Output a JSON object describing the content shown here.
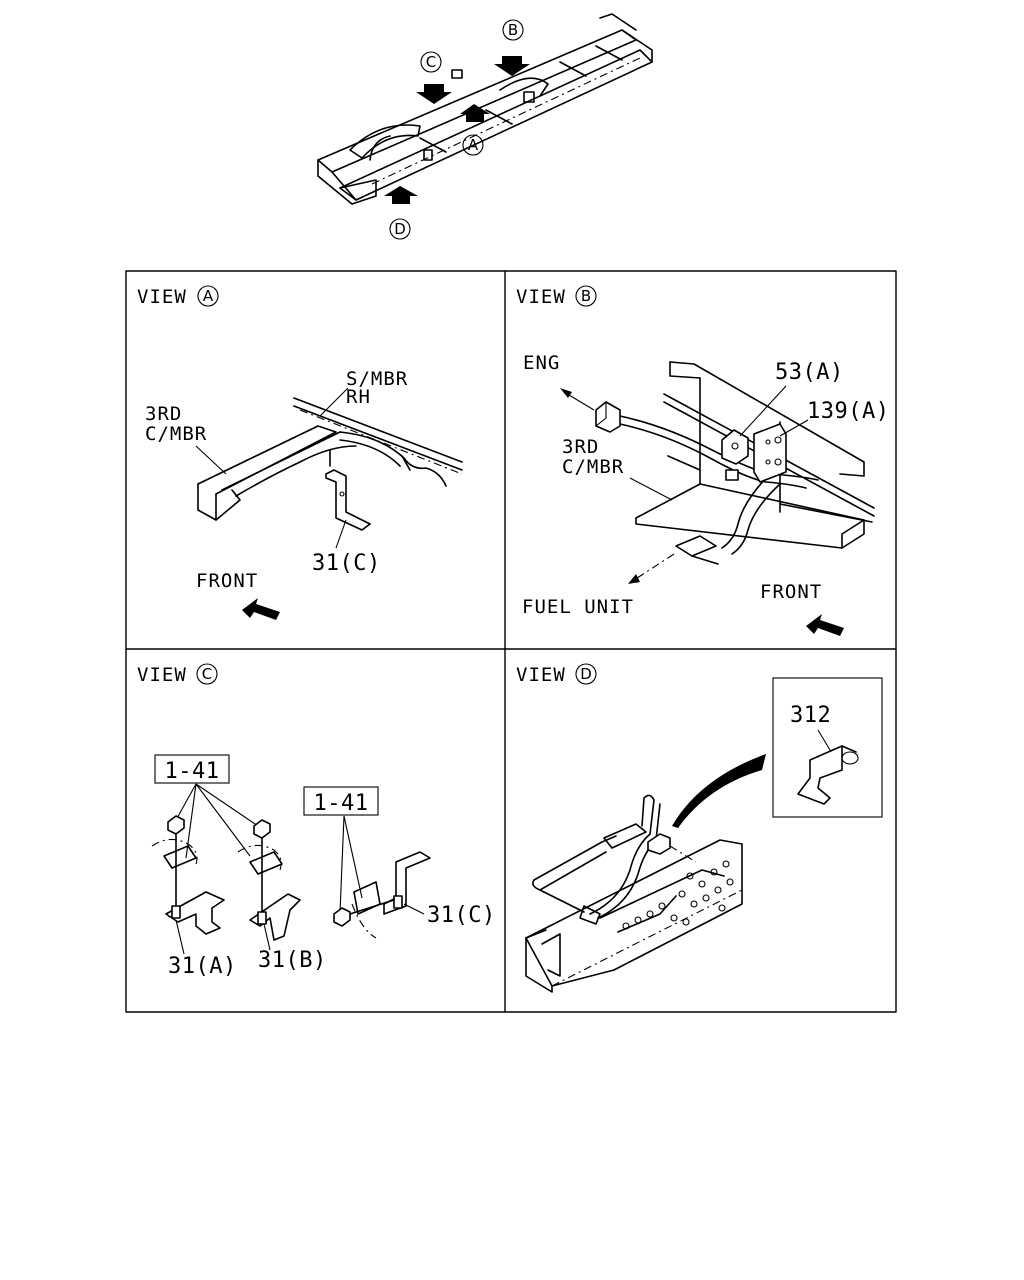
{
  "overview": {
    "markers": [
      "A",
      "B",
      "C",
      "D"
    ]
  },
  "views": {
    "a": {
      "prefix": "VIEW",
      "letter": "A",
      "labels": {
        "smbr": "S/MBR",
        "rh": "RH",
        "rd3": "3RD",
        "cmbr": "C/MBR",
        "part_31c": "31(C)",
        "front": "FRONT"
      }
    },
    "b": {
      "prefix": "VIEW",
      "letter": "B",
      "labels": {
        "eng": "ENG",
        "part_53a": "53(A)",
        "part_139a": "139(A)",
        "rd3": "3RD",
        "cmbr": "C/MBR",
        "fuel_unit": "FUEL UNIT",
        "front": "FRONT"
      }
    },
    "c": {
      "prefix": "VIEW",
      "letter": "C",
      "labels": {
        "ref_1_41_left": "1-41",
        "ref_1_41_right": "1-41",
        "part_31a": "31(A)",
        "part_31b": "31(B)",
        "part_31c": "31(C)"
      }
    },
    "d": {
      "prefix": "VIEW",
      "letter": "D",
      "labels": {
        "part_312": "312"
      }
    }
  }
}
